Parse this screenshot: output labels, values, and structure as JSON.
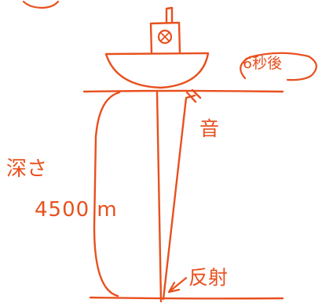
{
  "colors": {
    "ink": "#e8501e",
    "paper": "#ffffff"
  },
  "labels": {
    "time": "6秒後",
    "sound": "音",
    "depth": "深さ",
    "distance": "4500 m",
    "reflection": "反射"
  }
}
